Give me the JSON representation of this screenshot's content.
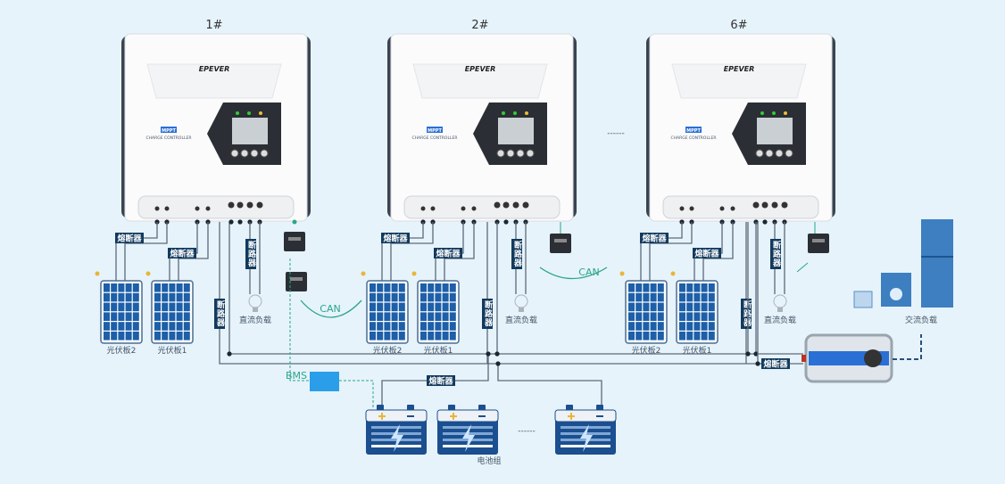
{
  "controllers": [
    {
      "label": "1#",
      "brand": "EPEVER",
      "badge": "MPPT",
      "subtitle": "CHARGE CONTROLLER"
    },
    {
      "label": "2#",
      "brand": "EPEVER",
      "badge": "MPPT",
      "subtitle": "CHARGE CONTROLLER"
    },
    {
      "label": "6#",
      "brand": "EPEVER",
      "badge": "MPPT",
      "subtitle": "CHARGE CONTROLLER"
    }
  ],
  "labels": {
    "fuse": "熔断器",
    "breaker": "断路器",
    "pv2": "光伏板2",
    "pv1": "光伏板1",
    "dc_load": "直流负载",
    "ac_load": "交流负载",
    "battery_bank": "电池组",
    "can": "CAN",
    "bms": "BMS",
    "ellipsis": "------"
  },
  "colors": {
    "wire": "#5b6b7a",
    "tag": "#123a5e",
    "can": "#2aa58a",
    "panel": "#1d5fa8",
    "battery": "#1b4f8f",
    "background": "#e6f3fb"
  }
}
